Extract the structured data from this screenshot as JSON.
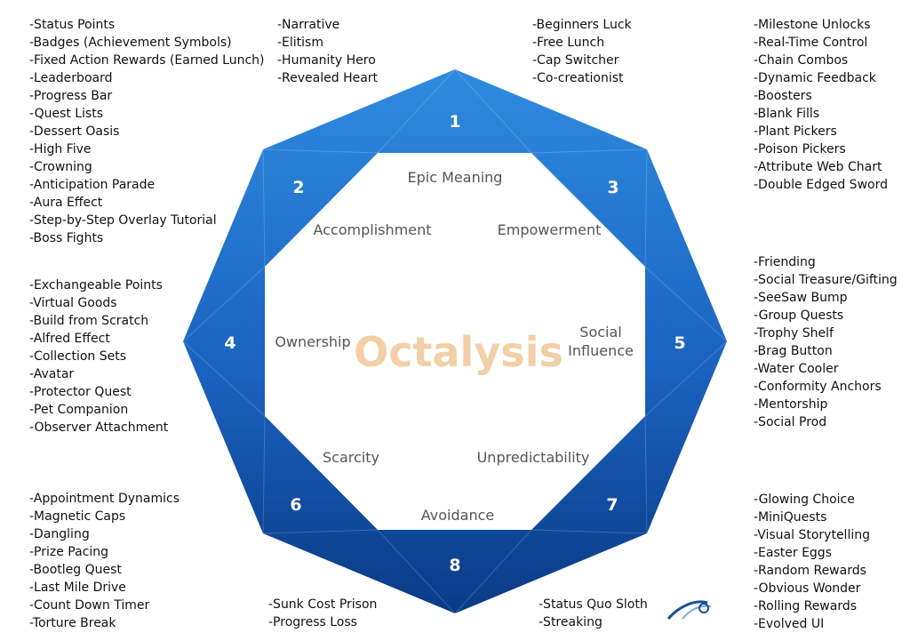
{
  "center_title": "Octalysis",
  "colors": {
    "ring_light": "#2f8be0",
    "ring_dark": "#0a3a86",
    "center_text": "#f2cfa6",
    "label_text": "#555555"
  },
  "core_drives": [
    {
      "number": "1",
      "label": "Epic Meaning"
    },
    {
      "number": "2",
      "label": "Accomplishment"
    },
    {
      "number": "3",
      "label": "Empowerment"
    },
    {
      "number": "4",
      "label": "Ownership"
    },
    {
      "number": "5",
      "label_line1": "Social",
      "label_line2": "Influence"
    },
    {
      "number": "6",
      "label": "Scarcity"
    },
    {
      "number": "7",
      "label": "Unpredictability"
    },
    {
      "number": "8",
      "label": "Avoidance"
    }
  ],
  "lists": {
    "accomplishment": [
      "-Status Points",
      "-Badges (Achievement Symbols)",
      "-Fixed Action Rewards (Earned Lunch)",
      "-Leaderboard",
      "-Progress Bar",
      "-Quest Lists",
      "-Dessert Oasis",
      "-High Five",
      "-Crowning",
      "-Anticipation Parade",
      "-Aura Effect",
      "-Step-by-Step Overlay Tutorial",
      "-Boss Fights"
    ],
    "epic_meaning": [
      "-Narrative",
      "-Elitism",
      "-Humanity Hero",
      "-Revealed Heart"
    ],
    "epic_meaning_right": [
      "-Beginners Luck",
      "-Free Lunch",
      "-Cap Switcher",
      "-Co-creationist"
    ],
    "empowerment": [
      "-Milestone Unlocks",
      "-Real-Time Control",
      "-Chain Combos",
      "-Dynamic Feedback",
      "-Boosters",
      "-Blank Fills",
      "-Plant Pickers",
      "-Poison Pickers",
      "-Attribute Web Chart",
      "-Double Edged Sword"
    ],
    "ownership": [
      "-Exchangeable Points",
      "-Virtual Goods",
      "-Build from Scratch",
      "-Alfred Effect",
      "-Collection Sets",
      "-Avatar",
      "-Protector Quest",
      "-Pet Companion",
      "-Observer Attachment"
    ],
    "social_influence": [
      "-Friending",
      "-Social Treasure/Gifting",
      "-SeeSaw Bump",
      "-Group Quests",
      "-Trophy Shelf",
      "-Brag Button",
      "-Water Cooler",
      "-Conformity Anchors",
      "-Mentorship",
      "-Social Prod"
    ],
    "scarcity": [
      "-Appointment Dynamics",
      "-Magnetic Caps",
      "-Dangling",
      "-Prize Pacing",
      "-Bootleg Quest",
      "-Last Mile Drive",
      "-Count Down Timer",
      "-Torture Break"
    ],
    "avoidance_left": [
      "-Sunk Cost Prison",
      "-Progress Loss"
    ],
    "avoidance_right": [
      "-Status Quo Sloth",
      "-Streaking"
    ],
    "unpredictability": [
      "-Glowing Choice",
      "-MiniQuests",
      "-Visual Storytelling",
      "-Easter Eggs",
      "-Random Rewards",
      "-Obvious Wonder",
      "-Rolling Rewards",
      "-Evolved UI"
    ]
  }
}
